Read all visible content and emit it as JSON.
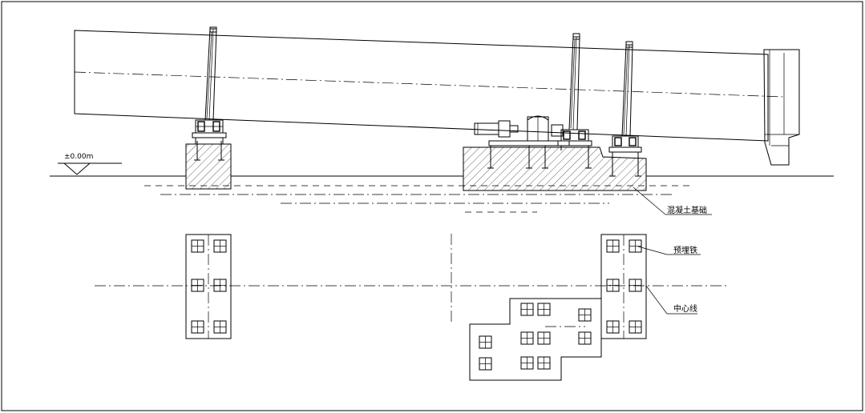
{
  "annotations": {
    "elevation": "±0.00m",
    "concrete_foundation": "混凝土基础",
    "anchor_bolt": "预埋铁",
    "center_line": "中心线"
  }
}
